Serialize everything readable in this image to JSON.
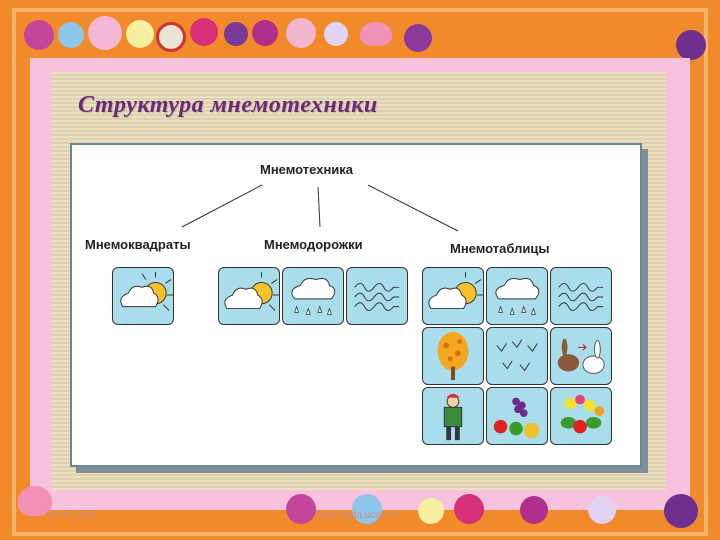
{
  "slide": {
    "title": "Структура мнемотехники",
    "root": "Мнемотехника",
    "branches": [
      "Мнемоквадраты",
      "Мнемодорожки",
      "Мнемотаблицы"
    ]
  },
  "footer": {
    "date": "19.05.2022",
    "url": "http://aida.ucoz.ru"
  },
  "icons": {
    "sun_cloud": "sun-cloud-icon",
    "rain_cloud": "rain-cloud-icon",
    "wind": "wind-icon",
    "tree": "autumn-tree-icon",
    "birds": "birds-icon",
    "hares": "hares-icon",
    "person": "person-icon",
    "fruit": "fruit-icon",
    "flowers": "flowers-icon"
  },
  "colors": {
    "frame": "#f08a2a",
    "inner_border": "#f7c2dd",
    "slide_bg": "#e6d8b4",
    "title": "#6a2a7a",
    "cell": "#a9ddec"
  }
}
